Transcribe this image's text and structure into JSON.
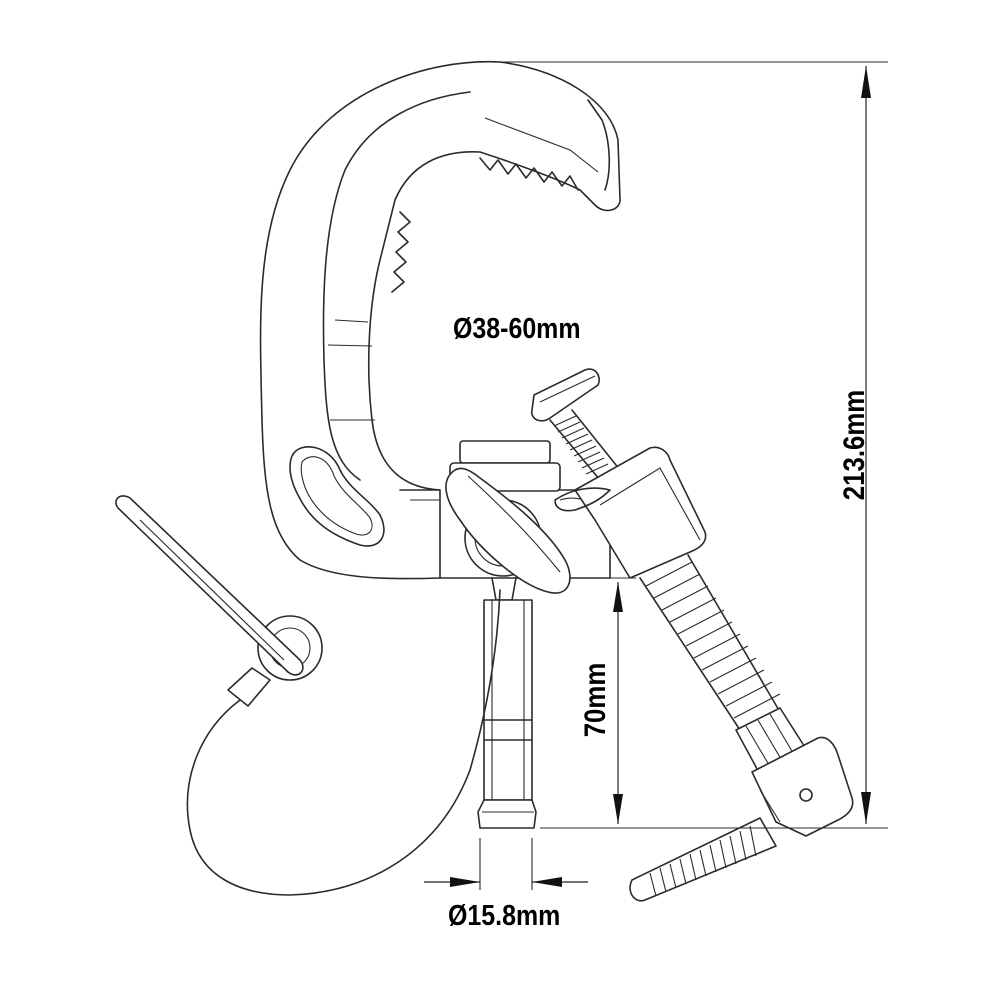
{
  "dimensions": {
    "clamp_range": "Ø38-60mm",
    "spigot_diameter": "Ø15.8mm",
    "overall_height": "213.6mm",
    "spigot_length": "70mm"
  },
  "colors": {
    "line": "#2b2b2b",
    "background": "#ffffff"
  }
}
